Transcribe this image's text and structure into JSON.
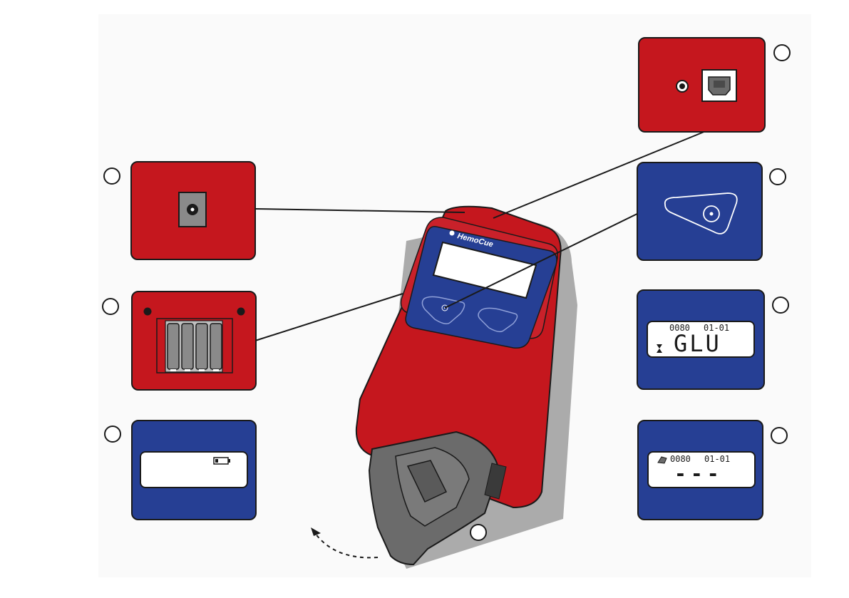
{
  "device": {
    "brand": "HemoCue"
  },
  "displays": {
    "status_display": {
      "left_code": "0080",
      "right_code": "01-01",
      "message": "GLU"
    },
    "result_display": {
      "left_code": "0080",
      "right_code": "01-01",
      "message": "---"
    }
  },
  "icons": {
    "usb_port": "usb-b-port-icon",
    "dc_jack": "dc-power-jack-icon",
    "power_jack": "round-power-socket-icon",
    "batteries": "battery-compartment-icon",
    "low_battery": "low-battery-icon",
    "hourglass": "hourglass-icon",
    "cuvette": "cuvette-icon",
    "button": "power-button-icon"
  },
  "colors": {
    "device_red": "#c5171e",
    "panel_red": "#c5171e",
    "panel_blue": "#263f94",
    "holder_gray": "#6b6b6b",
    "outline": "#1a1a1a"
  }
}
